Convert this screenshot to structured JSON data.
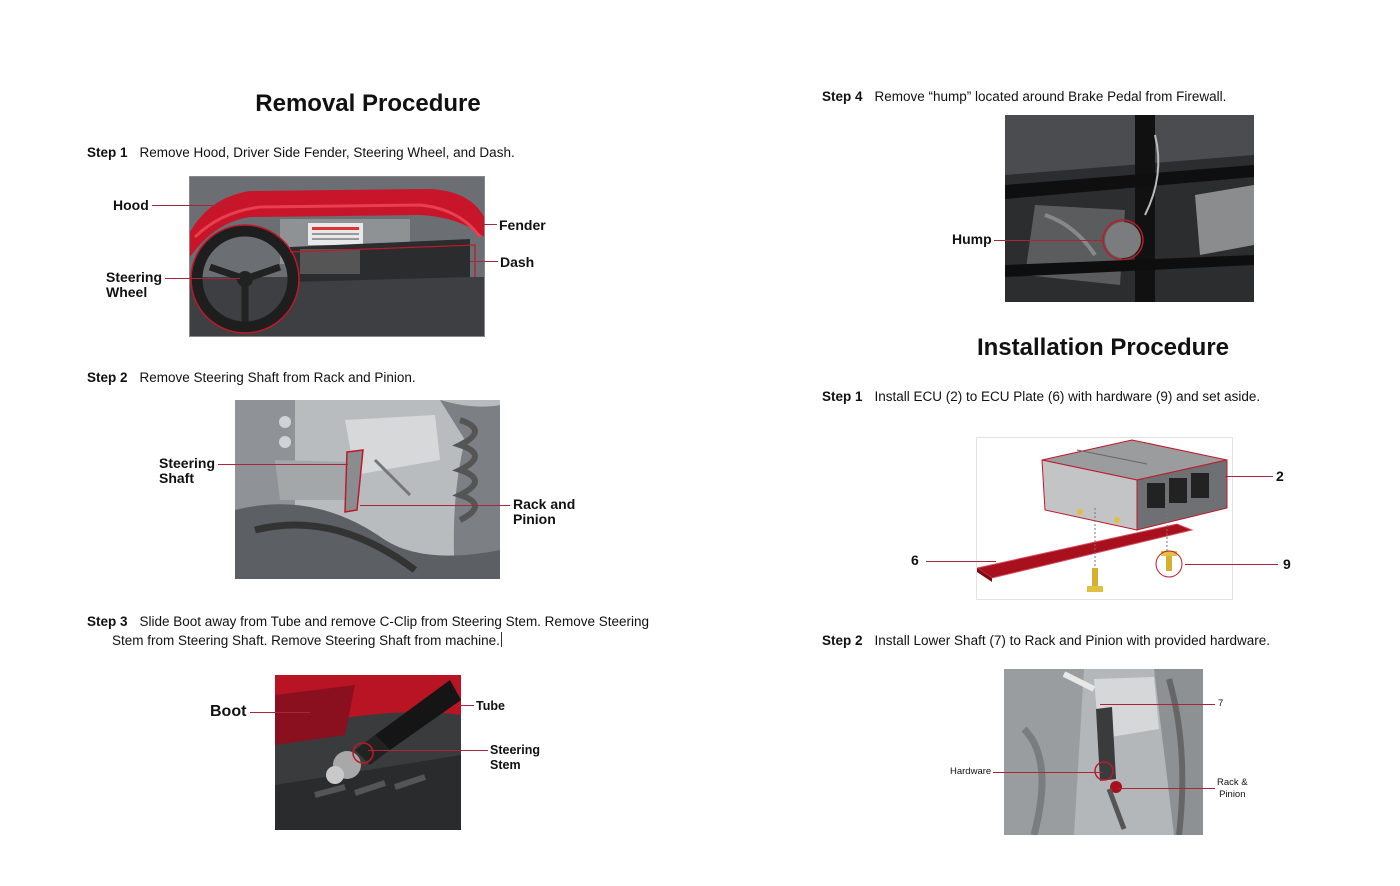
{
  "removal": {
    "title": "Removal Procedure",
    "steps": [
      {
        "label": "Step 1",
        "text": "Remove Hood, Driver Side Fender, Steering Wheel, and Dash."
      },
      {
        "label": "Step 2",
        "text": "Remove Steering Shaft from Rack and Pinion."
      },
      {
        "label": "Step 3",
        "text_line1": "Slide Boot away from Tube and remove C-Clip from Steering Stem. Remove Steering",
        "text_line2": "Stem from Steering Shaft. Remove Steering Shaft from machine."
      },
      {
        "label": "Step 4",
        "text": "Remove “hump” located around Brake Pedal from Firewall."
      }
    ],
    "callouts": {
      "hood": "Hood",
      "fender": "Fender",
      "dash": "Dash",
      "steering_wheel_1": "Steering",
      "steering_wheel_2": "Wheel",
      "steering_shaft_1": "Steering",
      "steering_shaft_2": "Shaft",
      "rack_pinion_1": "Rack and",
      "rack_pinion_2": "Pinion",
      "boot": "Boot",
      "tube": "Tube",
      "steering_stem_1": "Steering",
      "steering_stem_2": "Stem",
      "hump": "Hump"
    }
  },
  "installation": {
    "title": "Installation Procedure",
    "steps": [
      {
        "label": "Step 1",
        "text": "Install ECU (2) to ECU Plate (6) with hardware (9) and set aside."
      },
      {
        "label": "Step 2",
        "text": "Install Lower Shaft (7) to Rack and Pinion with provided hardware."
      }
    ],
    "callouts": {
      "ecu": "2",
      "plate": "6",
      "hardware_num": "9",
      "lower_shaft": "7",
      "hardware": "Hardware",
      "rack_pinion_1": "Rack &",
      "rack_pinion_2": "Pinion"
    }
  },
  "colors": {
    "leader": "#a8253a",
    "accent_red": "#c0182a"
  }
}
